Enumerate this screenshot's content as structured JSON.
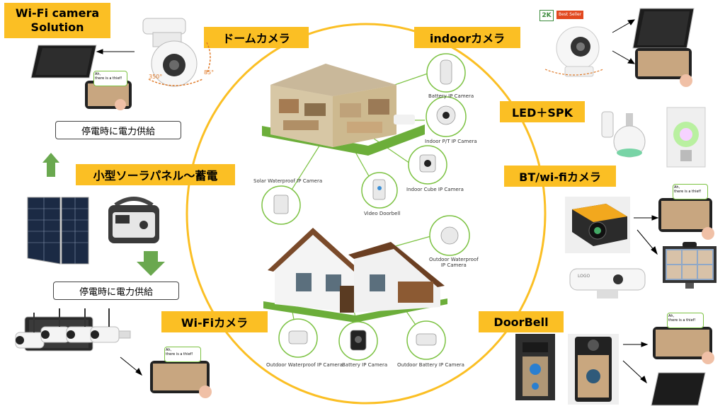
{
  "labels": {
    "wifi_solution": "Wi-Fi camera\nSolution",
    "dome": "ドームカメラ",
    "indoor": "indoorカメラ",
    "led": "LED＋SPK",
    "solar": "小型ソーラパネル〜蓄電",
    "bt": "BT/wi-fiカメラ",
    "wifi_cam": "Wi-Fiカメラ",
    "doorbell": "DoorBell"
  },
  "notes": {
    "top": "停電時に電力供給",
    "bottom": "停電時に電力供給"
  },
  "captions": {
    "battery_ip": "Battery IP Camera",
    "indoor_pt": "Indoor P/T IP Camera",
    "indoor_cube": "Indoor Cube IP Camera",
    "video_doorbell": "Video Doorbell",
    "solar_waterproof": "Solar Waterproof IP Camera",
    "outdoor_waterproof": "Outdoor Waterproof\nIP Camera",
    "outdoor_waterproof_bottom": "Outdoor Waterproof IP Camera",
    "battery_ip_bottom": "Battery IP Camera",
    "outdoor_battery": "Outdoor Battery IP Camera"
  },
  "bubble": {
    "line1": "Ah,",
    "line2": "there is a thief!"
  },
  "badges": {
    "resolution": "2K",
    "bestseller": "Best Seller"
  },
  "logo_text": "LOGO",
  "angles": {
    "left": "350°",
    "right": "85°"
  },
  "colors": {
    "label_bg": "#fbbf24",
    "circle": "#fbbf24",
    "arrow_green": "#6aa84f",
    "node_green": "#7cc242"
  }
}
